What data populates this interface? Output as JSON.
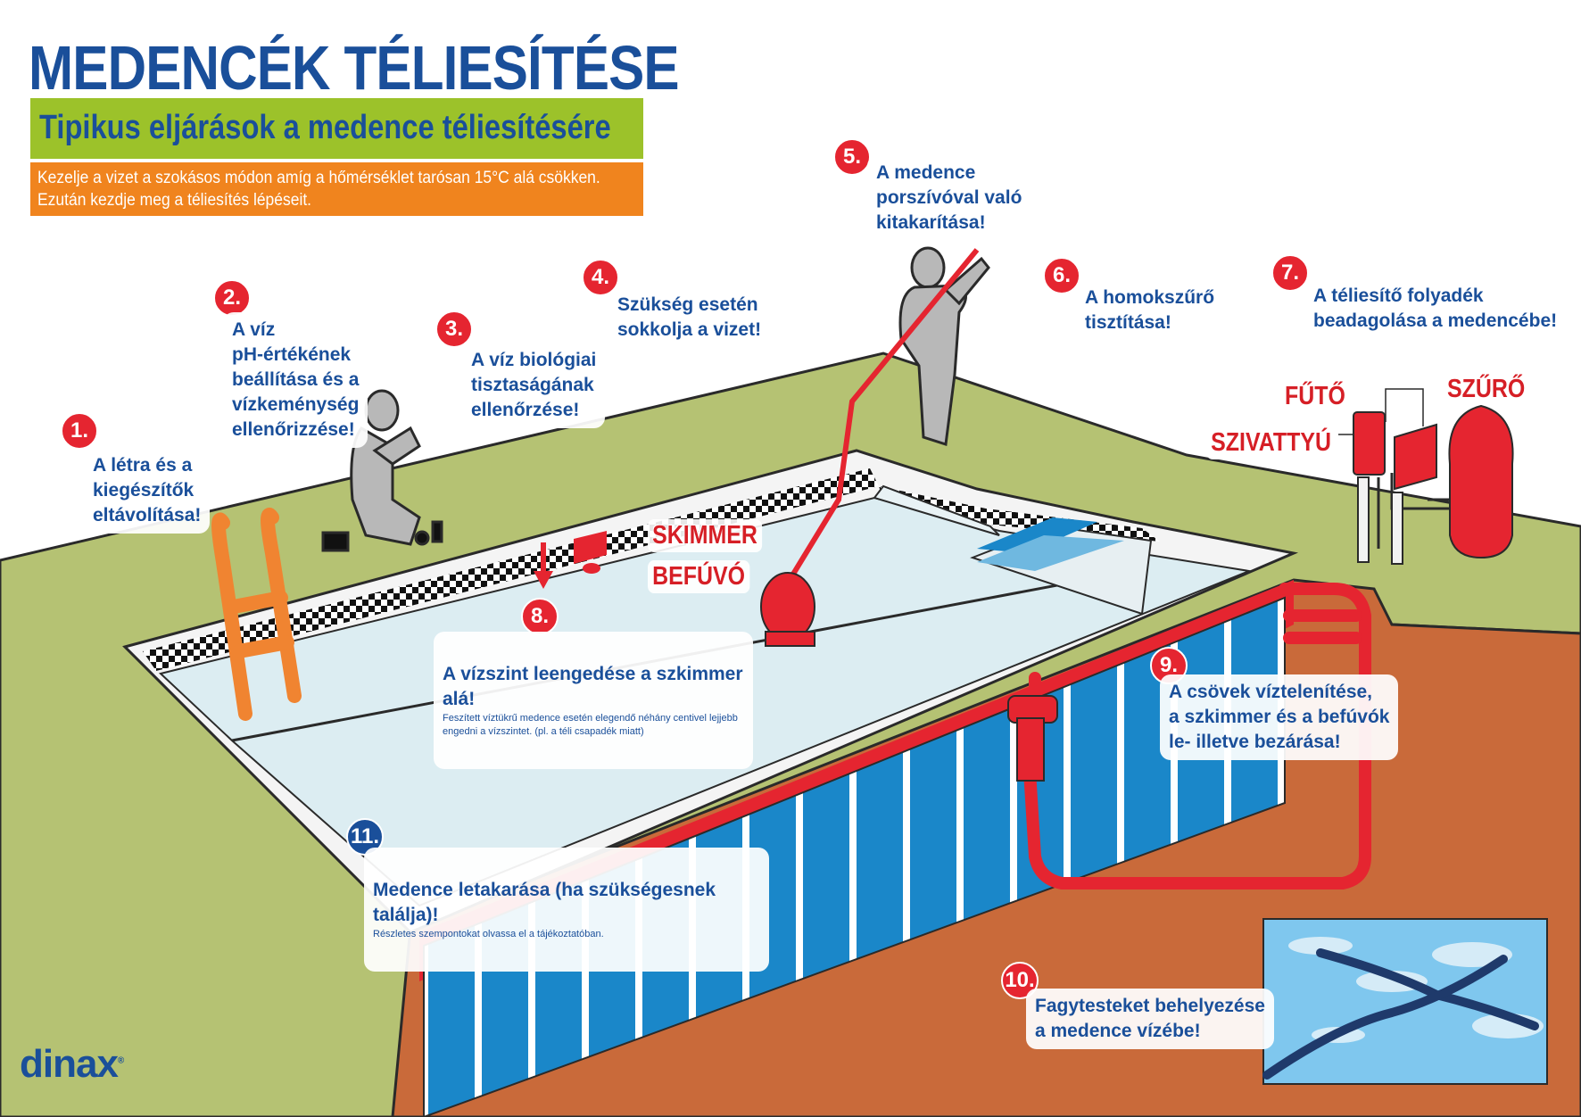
{
  "title": "MEDENCÉK TÉLIESÍTÉSE",
  "subtitle": "Tipikus eljárások a medence téliesítésére",
  "intro": [
    "Kezelje a vizet a szokásos módon amíg a hőmérséklet tarósan 15°C alá csökken.",
    "Ezután kezdje meg a téliesítés lépéseit."
  ],
  "steps": [
    {
      "number": "1.",
      "text": "A létra és a\nkiegészítők\neltávolítása!"
    },
    {
      "number": "2.",
      "text": " A víz\npH-értékének\nbeállítása és a\nvízkeménység\nellenőrizzése!"
    },
    {
      "number": "3.",
      "text": " A víz biológiai\ntisztaságának\nellenőrzése!"
    },
    {
      "number": "4.",
      "text": "Szükség esetén\nsokkolja a vizet!"
    },
    {
      "number": "5.",
      "text": "A medence\nporszívóval való\nkitakarítása!"
    },
    {
      "number": "6.",
      "text": "A homokszűrő\ntisztítása!"
    },
    {
      "number": "7.",
      "text": "A téliesítő folyadék\nbeadagolása a medencébe!"
    },
    {
      "number": "8.",
      "text": "A vízszint leengedése a szkimmer alá!",
      "detail": "Feszített víztükrű medence esetén elegendő néhány centivel lejjebb engedni a vízszintet. (pl. a téli csapadék miatt)"
    },
    {
      "number": "9.",
      "text": "A csövek víztelenítése,\n a szkimmer és a befúvók\nle- illetve bezárása!"
    },
    {
      "number": "10.",
      "text": "Fagytesteket  behelyezése\na medence vízébe!"
    },
    {
      "number": "11.",
      "text": "Medence letakarása (ha szükségesnek találja)!",
      "detail": "Részletes szempontokat olvassa el a tájékoztatóban."
    }
  ],
  "equipment": {
    "skimmer": "SKIMMER",
    "inlet": "BEFÚVÓ",
    "heater": "FŰTŐ",
    "pump": "SZIVATTYÚ",
    "filter": "SZŰRŐ"
  },
  "logo": "dinax",
  "colors": {
    "title_blue": "#1a4f9a",
    "subtitle_green": "#9cc22a",
    "note_orange": "#f0841e",
    "accent_red": "#e52530",
    "lawn": "#b5c273",
    "soil": "#c96a3a",
    "water": "#dcedf2",
    "wall_blue": "#1a87c9"
  }
}
